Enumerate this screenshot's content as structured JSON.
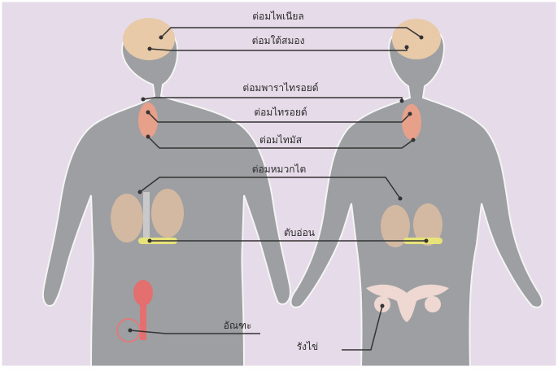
{
  "colors": {
    "background": "#e6dbe8",
    "body": "#9d9fa2",
    "body_outline": "#f4f4f4",
    "leader_line": "#333333",
    "label_text": "#2b2b2b",
    "brain": "#e8c9a8",
    "thyroid": "#e7a08a",
    "adrenal": "#d3b9a2",
    "pancreas": "#e7e37a",
    "testes": "#e46f6f",
    "ovary": "#efd8d1"
  },
  "labels": {
    "pineal": "ต่อมไพเนียล",
    "pituitary": "ต่อมใต้สมอง",
    "parathyroid": "ต่อมพาราไทรอยด์",
    "thyroid": "ต่อมไทรอยด์",
    "thymus": "ต่อมไทมัส",
    "adrenal": "ต่อมหมวกไต",
    "pancreas": "ตับอ่อน",
    "testes": "อัณฑะ",
    "ovary": "รังไข่"
  },
  "icons": {
    "male_figure": "male-body-icon",
    "female_figure": "female-body-icon"
  }
}
